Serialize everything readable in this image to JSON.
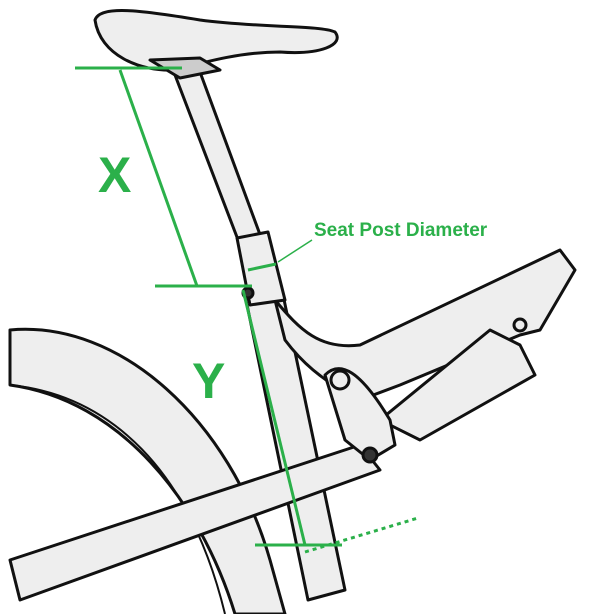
{
  "labels": {
    "x": "X",
    "y": "Y",
    "seat_post_diameter": "Seat Post Diameter"
  },
  "colors": {
    "accent": "#2bb04a",
    "outline": "#111111",
    "fill": "#eeeeee"
  }
}
